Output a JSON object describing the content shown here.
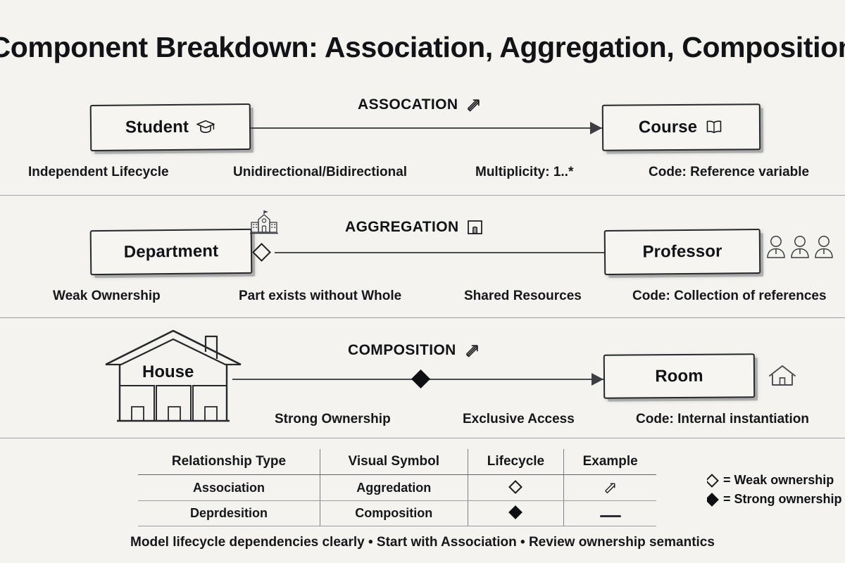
{
  "title": "Component Breakdown: Association, Aggregation, Composition",
  "rows": [
    {
      "heading": "ASSOCATION",
      "heading_icon": "arrow-up-right-icon",
      "left_entity": {
        "label": "Student",
        "icon": "graduation-cap-icon"
      },
      "right_entity": {
        "label": "Course",
        "icon": "open-book-icon"
      },
      "connector": {
        "style": "solid-arrow",
        "symbol": "none"
      },
      "captions": [
        "Independent Lifecycle",
        "Unidirectional/Bidirectional",
        "Multiplicity: 1..*",
        "Code: Reference variable"
      ]
    },
    {
      "heading": "AGGREGATION",
      "heading_icon": "building-door-icon",
      "left_entity": {
        "label": "Department",
        "icon": "school-building-icon"
      },
      "right_entity": {
        "label": "Professor",
        "icon": "three-people-icon"
      },
      "connector": {
        "style": "solid-line",
        "symbol": "hollow-diamond"
      },
      "captions": [
        "Weak Ownership",
        "Part exists without Whole",
        "Shared Resources",
        "Code: Collection of references"
      ]
    },
    {
      "heading": "COMPOSITION",
      "heading_icon": "arrow-up-right-icon",
      "left_entity": {
        "label": "House",
        "icon": "house-drawing-icon"
      },
      "right_entity": {
        "label": "Room",
        "icon": "house-outline-icon"
      },
      "connector": {
        "style": "solid-arrow",
        "symbol": "filled-diamond"
      },
      "captions": [
        "Strong Ownership",
        "Exclusive Access",
        "Code: Internal instantiation"
      ]
    }
  ],
  "summary_table": {
    "headers": [
      "Relationship Type",
      "Visual Symbol",
      "Lifecycle",
      "Example"
    ],
    "rows": [
      {
        "type": "Association",
        "symbol": "Aggredation",
        "lifecycle": "hollow-diamond",
        "example": "arrow-up-right"
      },
      {
        "type": "Deprdesition",
        "symbol": "Composition",
        "lifecycle": "filled-diamond",
        "example": "dash"
      }
    ]
  },
  "legend": [
    {
      "symbol": "hollow-diamond",
      "text": "= Weak ownership"
    },
    {
      "symbol": "filled-diamond",
      "text": "= Strong ownership"
    }
  ],
  "footer": "Model lifecycle dependencies clearly • Start with Association • Review ownership semantics",
  "colors": {
    "background": "#f4f3ef",
    "ink": "#111317",
    "line": "#3c3e43",
    "divider": "#8e9095"
  }
}
